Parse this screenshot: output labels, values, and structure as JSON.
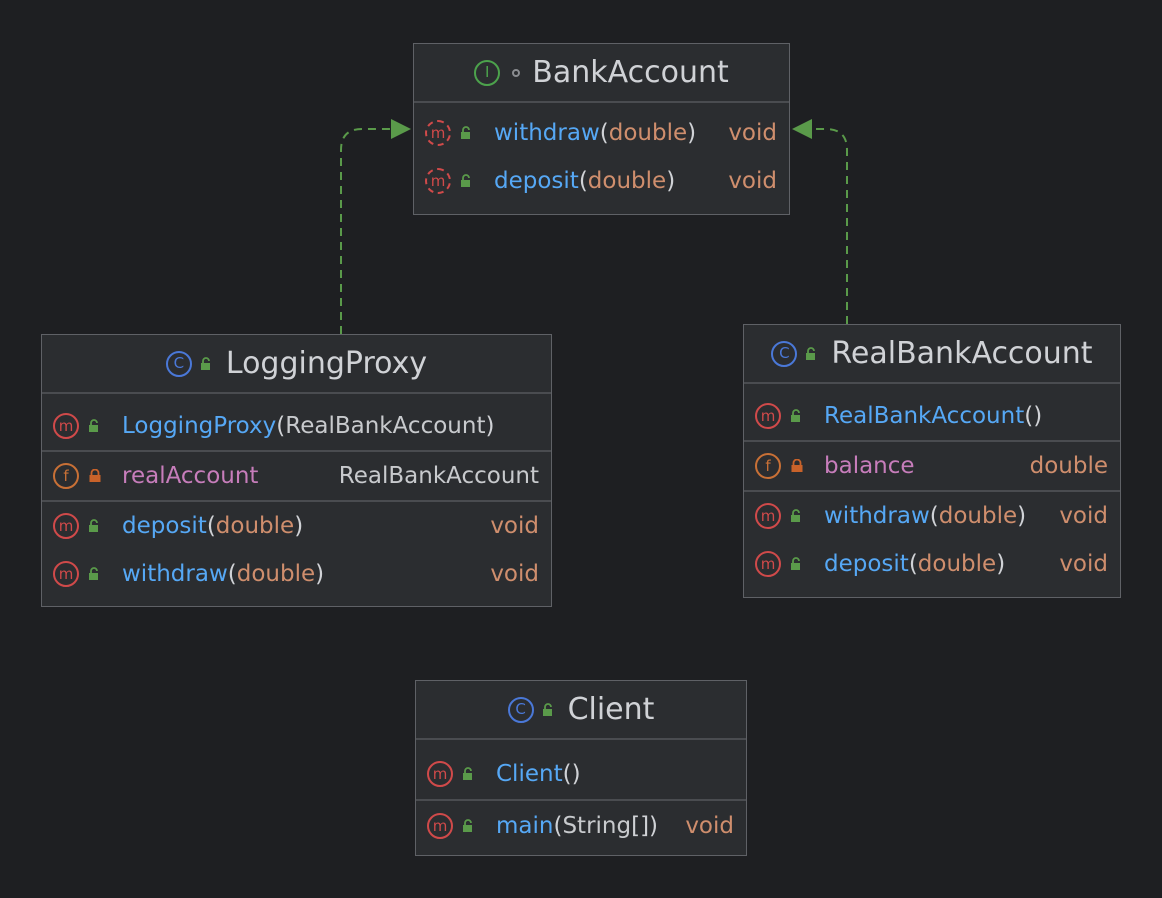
{
  "colors": {
    "background": "#1e1f22",
    "box": "#2b2d30",
    "method": "#56a8f5",
    "field": "#c77dbb",
    "type": "#cf8e6d",
    "arrow": "#5a9a4a"
  },
  "icons": {
    "method": "m",
    "field": "f",
    "class": "C",
    "interface": "I"
  },
  "bank_account": {
    "title": "BankAccount",
    "methods": [
      {
        "name": "withdraw",
        "open": "(",
        "param": "double",
        "close": ")",
        "ret": "void"
      },
      {
        "name": "deposit",
        "open": "(",
        "param": "double",
        "close": ")",
        "ret": "void"
      }
    ]
  },
  "logging_proxy": {
    "title": "LoggingProxy",
    "ctor": {
      "name": "LoggingProxy",
      "open": "(",
      "param": "RealBankAccount",
      "close": ")"
    },
    "field": {
      "name": "realAccount",
      "type": "RealBankAccount"
    },
    "methods": [
      {
        "name": "deposit",
        "open": "(",
        "param": "double",
        "close": ")",
        "ret": "void"
      },
      {
        "name": "withdraw",
        "open": "(",
        "param": "double",
        "close": ")",
        "ret": "void"
      }
    ]
  },
  "real_bank_account": {
    "title": "RealBankAccount",
    "ctor": {
      "name": "RealBankAccount",
      "parens": "()"
    },
    "field": {
      "name": "balance",
      "type": "double"
    },
    "methods": [
      {
        "name": "withdraw",
        "open": "(",
        "param": "double",
        "close": ")",
        "ret": "void"
      },
      {
        "name": "deposit",
        "open": "(",
        "param": "double",
        "close": ")",
        "ret": "void"
      }
    ]
  },
  "client": {
    "title": "Client",
    "ctor": {
      "name": "Client",
      "parens": "()"
    },
    "methods": [
      {
        "name": "main",
        "open": "(",
        "param": "String",
        "brackets": "[]",
        "close": ")",
        "ret": "void"
      }
    ]
  }
}
